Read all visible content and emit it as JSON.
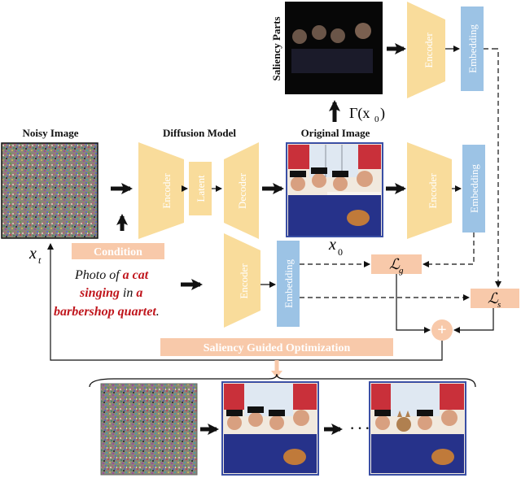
{
  "labels": {
    "noisy_image": "Noisy Image",
    "diffusion_model": "Diffusion Model",
    "original_image": "Original Image",
    "saliency_parts": "Saliency Parts",
    "gamma_func": "Γ(x",
    "gamma_sub": "0",
    "gamma_close": ")",
    "xt_main": "x",
    "xt_sub": "t",
    "x0_main": "x",
    "x0_sub": "0"
  },
  "modules": {
    "encoder": "Encoder",
    "latent": "Latent",
    "decoder": "Decoder",
    "embedding": "Embedding"
  },
  "condition": "Condition",
  "prompt": {
    "line1_plain": "Photo of ",
    "line1_red": "a cat",
    "line2_red": "singing",
    "line2_plain": " in ",
    "line2_red2": "a",
    "line3_red": "barbershop quartet",
    "line3_plain": "."
  },
  "losses": {
    "lg_main": "ℒ",
    "lg_sub": "g",
    "ls_main": "ℒ",
    "ls_sub": "s",
    "plus": "+"
  },
  "optimization": "Saliency Guided Optimization",
  "ellipsis": "· · · ·",
  "colors": {
    "encoder_fill": "#f9dc9b",
    "embedding_fill": "#9cc3e5",
    "loss_fill": "#f8c9aa",
    "prompt_red": "#c0161d",
    "frame_blue": "#3a4fa5"
  }
}
